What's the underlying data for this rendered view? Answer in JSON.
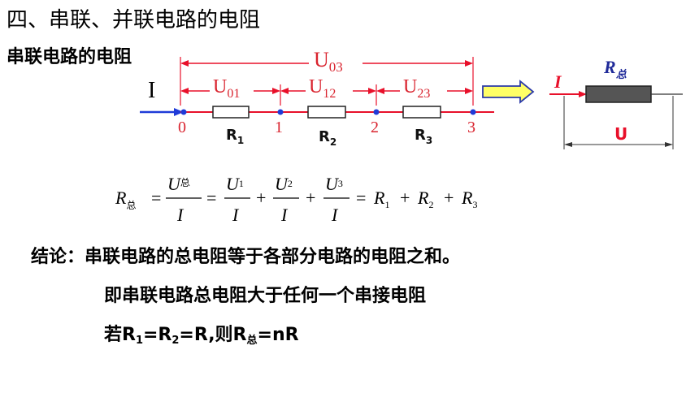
{
  "section_title": "四、串联、并联电路的电阻",
  "subtitle": "串联电路的电阻",
  "series_diagram": {
    "current_label": "I",
    "total_voltage": {
      "main": "U",
      "sub": "03"
    },
    "segment_voltages": [
      {
        "main": "U",
        "sub": "01"
      },
      {
        "main": "U",
        "sub": "12"
      },
      {
        "main": "U",
        "sub": "23"
      }
    ],
    "nodes": [
      "0",
      "1",
      "2",
      "3"
    ],
    "resistors": [
      {
        "main": "R",
        "sub": "1"
      },
      {
        "main": "R",
        "sub": "2"
      },
      {
        "main": "R",
        "sub": "3"
      }
    ]
  },
  "equivalent_diagram": {
    "current_label": "I",
    "resistor": {
      "main": "R",
      "sub": "总"
    },
    "voltage_label": "U"
  },
  "formula": {
    "lhs": {
      "main": "R",
      "sub": "总"
    },
    "frac1_num": {
      "main": "U",
      "sub": "总"
    },
    "frac1_den": "I",
    "frac2_num": {
      "main": "U",
      "sub": "1"
    },
    "frac2_den": "I",
    "frac3_num": {
      "main": "U",
      "sub": "2"
    },
    "frac3_den": "I",
    "frac4_num": {
      "main": "U",
      "sub": "3"
    },
    "frac4_den": "I",
    "sum": [
      {
        "main": "R",
        "sub": "1"
      },
      {
        "main": "R",
        "sub": "2"
      },
      {
        "main": "R",
        "sub": "3"
      }
    ]
  },
  "conclusion": {
    "line1": "结论：串联电路的总电阻等于各部分电路的电阻之和。",
    "line2": "即串联电路总电阻大于任何一个串接电阻",
    "line3": {
      "prefix": "若R",
      "sub1": "1",
      "mid1": "=R",
      "sub2": "2",
      "mid2": "=R,则R",
      "sub3": "总",
      "suffix": "=nR"
    }
  },
  "colors": {
    "wire": "#e8102a",
    "label_red": "#d9232e",
    "arrow_blue": "#1f3bd8",
    "node_blue": "#1f3bd8",
    "resistor_fill": "#555555",
    "double_arrow_fill": "#ffff66",
    "double_arrow_stroke": "#2b3aa8"
  }
}
